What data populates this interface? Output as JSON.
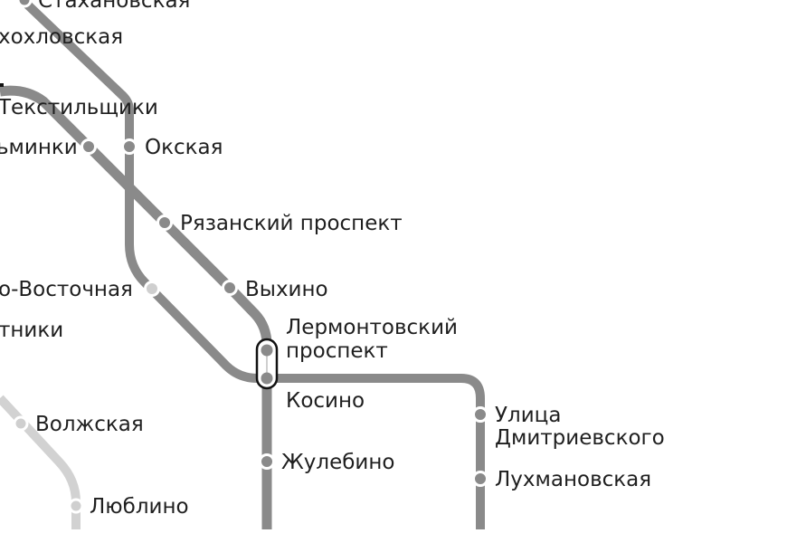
{
  "colors": {
    "line_dark": "#8a8a8a",
    "line_light": "#d2d2d2",
    "station_dark": "#8a8a8a",
    "station_light": "#cfcfcf",
    "transfer_outline": "#111111",
    "label": "#1f1f1f"
  },
  "stations": {
    "stakhanovskaya": "Стахановская",
    "nizhegorodskaya": "хохловская",
    "tekstilshchiki": "Текстильщики",
    "kuzminki": "ьминки",
    "okskaya": "Окская",
    "ryazansky": "Рязанский проспект",
    "yugo_vostochnaya": "о-Восточная",
    "vykhino": "Выхино",
    "lermontovsky_1": "Лермонтовский",
    "lermontovsky_2": "проспект",
    "kosino": "Косино",
    "pechatniki": "тники",
    "volzhskaya": "Волжская",
    "zhulebino": "Жулебино",
    "dmitrievskogo_1": "Улица",
    "dmitrievskogo_2": "Дмитриевского",
    "lukhmanovskaya": "Лухмановская",
    "lyublino": "Люблино"
  }
}
